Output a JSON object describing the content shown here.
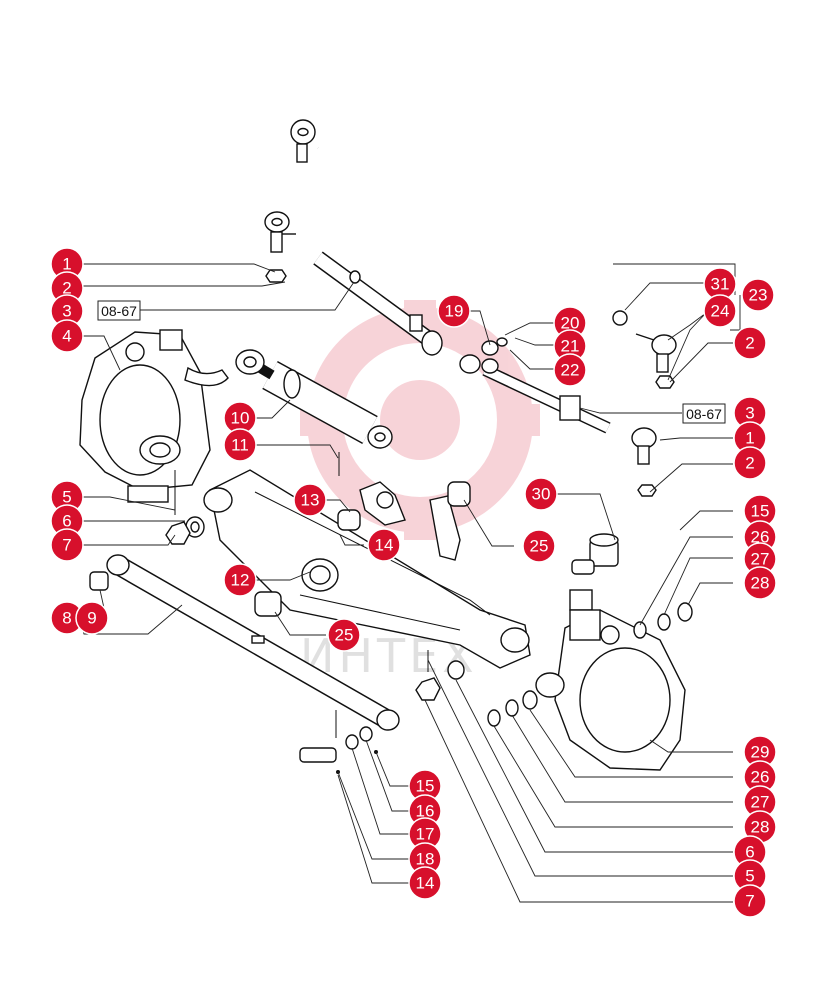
{
  "diagram": {
    "watermark_text": "ИНТЕХ",
    "accent_color": "#d7102c",
    "ref_code": "08-67",
    "callouts": [
      {
        "id": "c1a",
        "label": "1"
      },
      {
        "id": "c2a",
        "label": "2"
      },
      {
        "id": "c3a",
        "label": "3"
      },
      {
        "id": "c4",
        "label": "4"
      },
      {
        "id": "c5a",
        "label": "5"
      },
      {
        "id": "c6a",
        "label": "6"
      },
      {
        "id": "c7a",
        "label": "7"
      },
      {
        "id": "c8",
        "label": "8"
      },
      {
        "id": "c9",
        "label": "9"
      },
      {
        "id": "c10",
        "label": "10"
      },
      {
        "id": "c11",
        "label": "11"
      },
      {
        "id": "c12",
        "label": "12"
      },
      {
        "id": "c13",
        "label": "13"
      },
      {
        "id": "c14a",
        "label": "14"
      },
      {
        "id": "c25a",
        "label": "25"
      },
      {
        "id": "c25b",
        "label": "25"
      },
      {
        "id": "c19",
        "label": "19"
      },
      {
        "id": "c20",
        "label": "20"
      },
      {
        "id": "c21",
        "label": "21"
      },
      {
        "id": "c22",
        "label": "22"
      },
      {
        "id": "c31",
        "label": "31"
      },
      {
        "id": "c23",
        "label": "23"
      },
      {
        "id": "c24",
        "label": "24"
      },
      {
        "id": "c2b",
        "label": "2"
      },
      {
        "id": "c3b",
        "label": "3"
      },
      {
        "id": "c1b",
        "label": "1"
      },
      {
        "id": "c2c",
        "label": "2"
      },
      {
        "id": "c30",
        "label": "30"
      },
      {
        "id": "c15a",
        "label": "15"
      },
      {
        "id": "c26a",
        "label": "26"
      },
      {
        "id": "c27a",
        "label": "27"
      },
      {
        "id": "c28a",
        "label": "28"
      },
      {
        "id": "c29",
        "label": "29"
      },
      {
        "id": "c26b",
        "label": "26"
      },
      {
        "id": "c27b",
        "label": "27"
      },
      {
        "id": "c28b",
        "label": "28"
      },
      {
        "id": "c6b",
        "label": "6"
      },
      {
        "id": "c5b",
        "label": "5"
      },
      {
        "id": "c7b",
        "label": "7"
      },
      {
        "id": "c15b",
        "label": "15"
      },
      {
        "id": "c16",
        "label": "16"
      },
      {
        "id": "c17",
        "label": "17"
      },
      {
        "id": "c18",
        "label": "18"
      },
      {
        "id": "c14b",
        "label": "14"
      }
    ]
  }
}
